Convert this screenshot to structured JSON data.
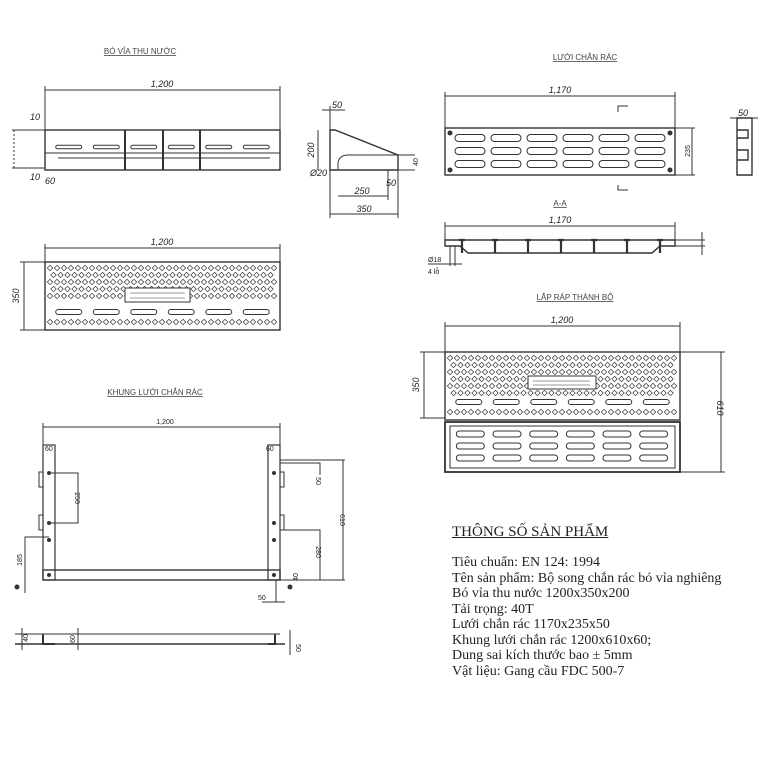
{
  "views": {
    "curb_title": "BÓ VỈA THU NƯỚC",
    "grate_title": "LƯỚI CHẮN RÁC",
    "section_label": "A-A",
    "assembly_title": "LẮP RÁP THÀNH BỘ",
    "frame_title": "KHUNG LƯỚI CHẮN RÁC"
  },
  "dims": {
    "curb_len": "1,200",
    "curb_t1": "10",
    "curb_t2": "10",
    "curb_60": "60",
    "prof_50": "50",
    "prof_200": "200",
    "prof_d20": "Ø20",
    "prof_250": "250",
    "prof_350": "350",
    "prof_40": "40",
    "prof_50b": "50",
    "top_len": "1,200",
    "top_350": "350",
    "grate_len": "1,170",
    "grate_235": "235",
    "grate_50": "50",
    "sec_len": "1,170",
    "sec_d18": "Ø18",
    "sec_holes": "4 lỗ",
    "asm_len": "1,200",
    "asm_350": "350",
    "asm_610": "610",
    "frame_len": "1,200",
    "frame_60a": "60",
    "frame_60b": "60",
    "frame_250": "250",
    "frame_185": "185",
    "frame_610": "610",
    "frame_50": "50",
    "frame_280": "280",
    "frame_40": "40",
    "frame_50b": "50",
    "fsec_40": "40",
    "fsec_60": "60",
    "fsec_50": "50"
  },
  "specs": {
    "heading": "THÔNG SỐ SẢN PHẨM",
    "lines": [
      "Tiêu chuẩn: EN 124: 1994",
      "Tên sản phẩm: Bộ song chắn rác bó vỉa nghiêng",
      "Bó vỉa thu nước 1200x350x200",
      "Tải trọng: 40T",
      "Lưới chắn rác 1170x235x50",
      "Khung lưới chắn rác 1200x610x60;",
      "Dung sai kích thước bao ± 5mm",
      "Vật liệu: Gang cầu FDC 500-7"
    ]
  },
  "colors": {
    "line": "#333333",
    "text": "#222222"
  }
}
